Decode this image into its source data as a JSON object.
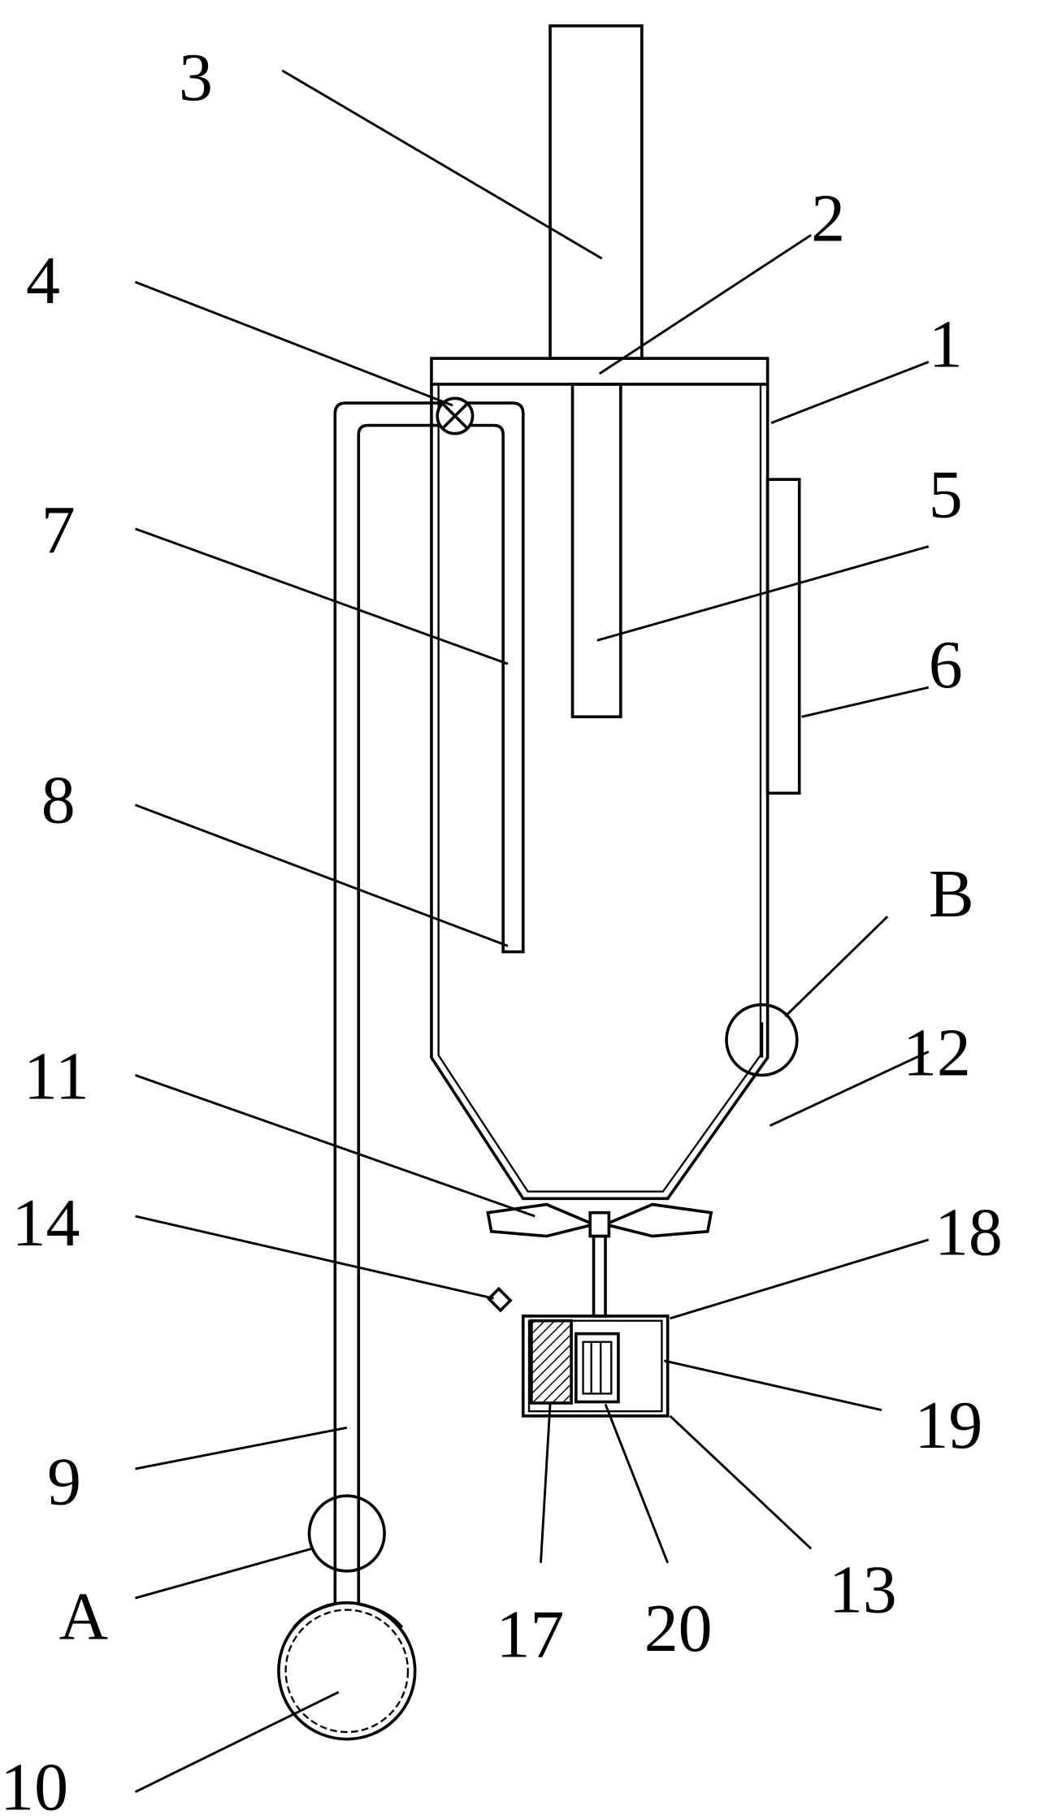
{
  "figure": {
    "labels": {
      "l1": "1",
      "l2": "2",
      "l3": "3",
      "l4": "4",
      "l5": "5",
      "l6": "6",
      "l7": "7",
      "l8": "8",
      "l9": "9",
      "l10": "10",
      "l11": "11",
      "l12": "12",
      "l13": "13",
      "l14": "14",
      "l17": "17",
      "l18": "18",
      "l19": "19",
      "l20": "20",
      "lA": "A",
      "lB": "B"
    }
  }
}
